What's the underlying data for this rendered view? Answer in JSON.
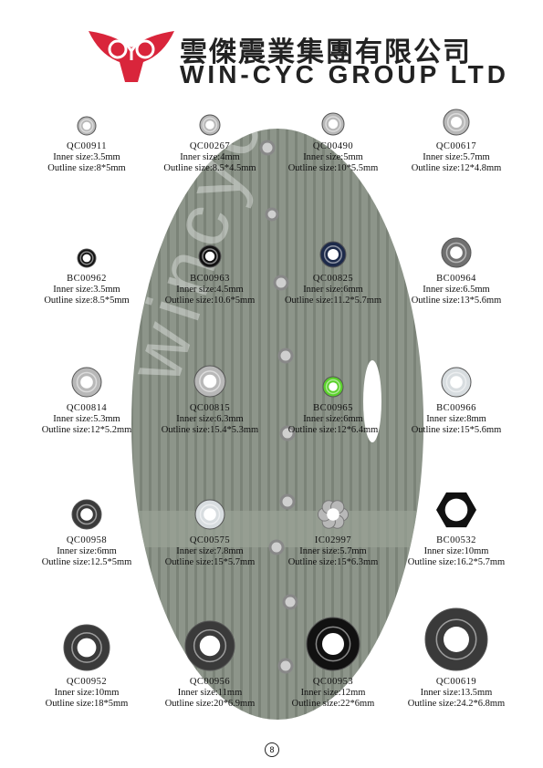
{
  "header": {
    "company_cn": "雲傑震業集團有限公司",
    "company_en": "WIN-CYC GROUP LTD",
    "logo_text": "CYC",
    "logo_color": "#d9253b"
  },
  "watermark": "wincyc",
  "page_number": "8",
  "products": [
    {
      "code": "QC00911",
      "inner": "Inner size:3.5mm",
      "outline": "Outline size:8*5mm"
    },
    {
      "code": "QC00267",
      "inner": "Inner size:4mm",
      "outline": "Outline size:8.5*4.5mm"
    },
    {
      "code": "QC00490",
      "inner": "Inner size:5mm",
      "outline": "Outline size:10*5.5mm"
    },
    {
      "code": "QC00617",
      "inner": "Inner size:5.7mm",
      "outline": "Outline size:12*4.8mm"
    },
    {
      "code": "BC00962",
      "inner": "Inner size:3.5mm",
      "outline": "Outline size:8.5*5mm"
    },
    {
      "code": "BC00963",
      "inner": "Inner size:4.5mm",
      "outline": "Outline size:10.6*5mm"
    },
    {
      "code": "QC00825",
      "inner": "Inner size:6mm",
      "outline": "Outline size:11.2*5.7mm"
    },
    {
      "code": "BC00964",
      "inner": "Inner size:6.5mm",
      "outline": "Outline size:13*5.6mm"
    },
    {
      "code": "QC00814",
      "inner": "Inner size:5.3mm",
      "outline": "Outline size:12*5.2mm"
    },
    {
      "code": "QC00815",
      "inner": "Inner size:6.3mm",
      "outline": "Outline size:15.4*5.3mm"
    },
    {
      "code": "BC00965",
      "inner": "Inner size:6mm",
      "outline": "Outline size:12*6.4mm"
    },
    {
      "code": "BC00966",
      "inner": "Inner size:8mm",
      "outline": "Outline size:15*5.6mm"
    },
    {
      "code": "QC00958",
      "inner": "Inner size:6mm",
      "outline": "Outline size:12.5*5mm"
    },
    {
      "code": "QC00575",
      "inner": "Inner size:7.8mm",
      "outline": "Outline size:15*5.7mm"
    },
    {
      "code": "IC02997",
      "inner": "Inner size:5.7mm",
      "outline": "Outline size:15*6.3mm"
    },
    {
      "code": "BC00532",
      "inner": "Inner size:10mm",
      "outline": "Outline size:16.2*5.7mm"
    },
    {
      "code": "QC00952",
      "inner": "Inner size:10mm",
      "outline": "Outline size:18*5mm"
    },
    {
      "code": "QC00956",
      "inner": "Inner size:11mm",
      "outline": "Outline size:20*6.9mm"
    },
    {
      "code": "QC00953",
      "inner": "Inner size:12mm",
      "outline": "Outline size:22*6mm"
    },
    {
      "code": "QC00619",
      "inner": "Inner size:13.5mm",
      "outline": "Outline size:24.2*6.8mm"
    }
  ],
  "colors": {
    "silver": "#b8b8b8",
    "gunmetal": "#3a3a3a",
    "black": "#111111",
    "green": "#5bd12c",
    "clear": "#d8dde0",
    "sweater": "#8d958a"
  }
}
